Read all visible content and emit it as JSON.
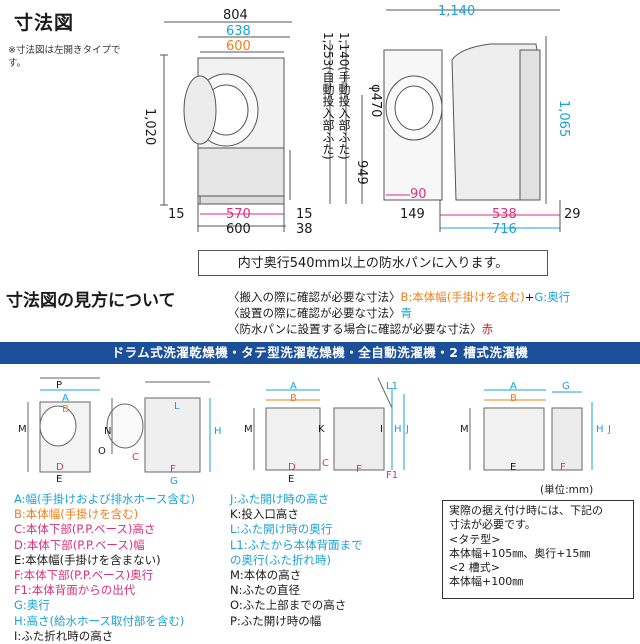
{
  "title": "寸法図",
  "note": "※寸法図は左開きタイプです。",
  "front_view": {
    "width_total": "804",
    "width_blue": "638",
    "width_orange": "600",
    "height": "1,020",
    "bottom_left_gap": "15",
    "bottom_width_pink": "570",
    "bottom_width": "600",
    "bottom_right_gap": "15",
    "bottom_right_depth": "38"
  },
  "side_view": {
    "depth_total": "1,140",
    "height_blue": "1,065",
    "height_1": "1,253(自動投入部ふた)",
    "height_2": "1,140(手動投入部ふた)",
    "height_3": "949",
    "door_diameter": "φ470",
    "bottom_pink": "90",
    "bottom_left": "149",
    "bottom_pink_depth": "538",
    "bottom_right": "29",
    "bottom_blue_depth": "716"
  },
  "pan_notice": "内寸奥行540mm以上の防水パンに入ります。",
  "how_to": {
    "title": "寸法図の見方について",
    "line1_prefix": "〈搬入の際に確認が必要な寸法〉",
    "line1_orange": "B:本体幅(手掛けを含む)",
    "line1_plus": "+",
    "line1_blue": "G:奥行",
    "line2_prefix": "〈設置の際に確認が必要な寸法〉",
    "line2_color": "青",
    "line3_prefix": "〈防水パンに設置する場合に確認が必要な寸法〉",
    "line3_color": "赤"
  },
  "banner": "ドラム式洗濯乾燥機・タテ型洗濯乾燥機・全自動洗濯機・2 槽式洗濯機",
  "legend_left": [
    {
      "text": "A:幅(手掛けおよび排水ホース含む)",
      "color": "#1aa3d6"
    },
    {
      "text": "B:本体幅(手掛けを含む)",
      "color": "#f07f1a"
    },
    {
      "text": "C:本体下部(P.P.ベース)高さ",
      "color": "#dd2f7a"
    },
    {
      "text": "D:本体下部(P.P.ベース)幅",
      "color": "#dd2f7a"
    },
    {
      "text": "E:本体幅(手掛けを含まない)",
      "color": "#1a1a1a"
    },
    {
      "text": "F:本体下部(P.P.ベース)奥行",
      "color": "#dd2f7a"
    },
    {
      "text": "F1:本体背面からの出代",
      "color": "#dd2f7a"
    },
    {
      "text": "G:奥行",
      "color": "#1aa3d6"
    },
    {
      "text": "H:高さ(給水ホース取付部を含む)",
      "color": "#1aa3d6"
    },
    {
      "text": "I:ふた折れ時の高さ",
      "color": "#1a1a1a"
    }
  ],
  "legend_right": [
    {
      "text": "J:ふた開け時の高さ",
      "color": "#1aa3d6"
    },
    {
      "text": "K:投入口高さ",
      "color": "#1a1a1a"
    },
    {
      "text": "L:ふた開け時の奥行",
      "color": "#1aa3d6"
    },
    {
      "text": "L1:ふたから本体背面まで",
      "color": "#1aa3d6"
    },
    {
      "text": "   の奥行(ふた折れ時)",
      "color": "#1aa3d6"
    },
    {
      "text": "M:本体の高さ",
      "color": "#1a1a1a"
    },
    {
      "text": "N:ふたの直径",
      "color": "#1a1a1a"
    },
    {
      "text": "O:ふた上部までの高さ",
      "color": "#1a1a1a"
    },
    {
      "text": "P:ふた開け時の幅",
      "color": "#1a1a1a"
    }
  ],
  "unit": "(単位:mm)",
  "actual_box": [
    "実際の据え付け時には、下記の",
    "寸法が必要です。",
    "<タテ型>",
    "本体幅+105㎜、奥行+15㎜",
    "<2 槽式>",
    "本体幅+100㎜"
  ],
  "diagram_letters": {
    "d1": {
      "A": "A",
      "P": "P",
      "B": "B",
      "L": "L",
      "M": "M",
      "N": "N",
      "O": "O",
      "H": "H",
      "C": "C",
      "D": "D",
      "E": "E",
      "F": "F",
      "G": "G"
    },
    "d2": {
      "A": "A",
      "B": "B",
      "L1": "L1",
      "K": "K",
      "M": "M",
      "I": "I",
      "H": "H",
      "J": "J",
      "C": "C",
      "D": "D",
      "E": "E",
      "F": "F",
      "F1": "F1"
    },
    "d3": {
      "A": "A",
      "B": "B",
      "G": "G",
      "M": "M",
      "H": "H",
      "J": "J",
      "E": "E",
      "F": "F"
    }
  }
}
